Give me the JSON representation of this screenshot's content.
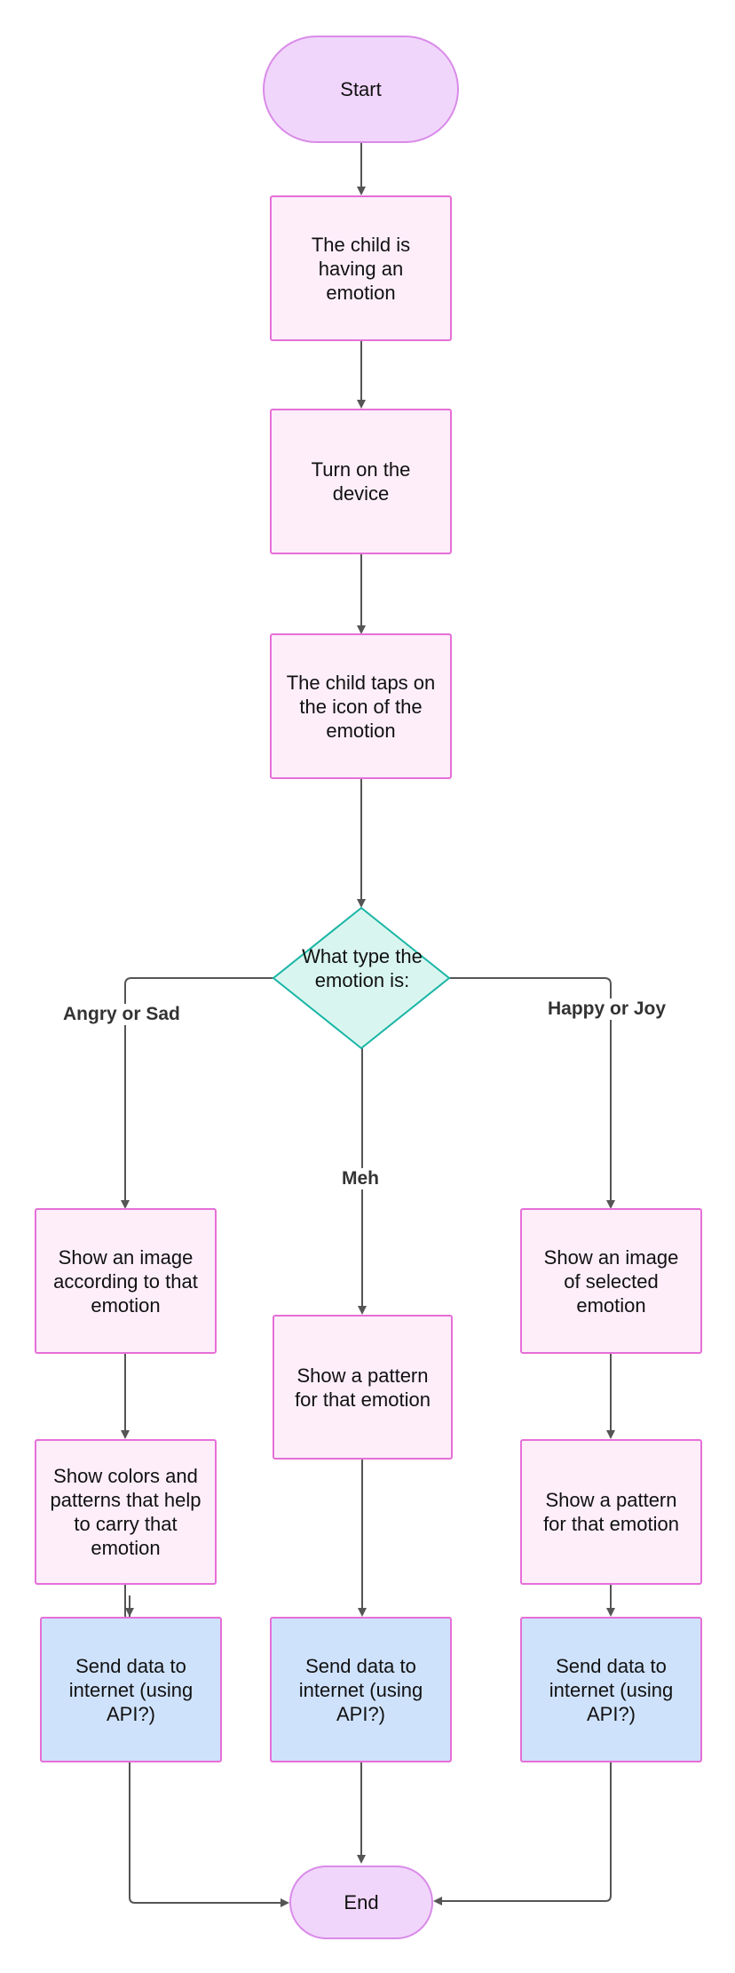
{
  "nodes": {
    "start": "Start",
    "child_emotion": "The child is having an emotion",
    "turn_on": "Turn on the device",
    "child_taps": "The child taps on the icon of the emotion",
    "decision": "What type the emotion is:",
    "left_image": "Show an image according to that emotion",
    "left_colors": "Show colors and patterns that help to carry that emotion",
    "left_send": "Send data to internet (using API?)",
    "mid_pattern": "Show a pattern for that emotion",
    "mid_send": "Send data to internet (using API?)",
    "right_image": "Show an image of selected emotion",
    "right_pattern": "Show a pattern for that emotion",
    "right_send": "Send data to internet (using API?)",
    "end": "End"
  },
  "edge_labels": {
    "left": "Angry or Sad",
    "middle": "Meh",
    "right": "Happy or Joy"
  }
}
